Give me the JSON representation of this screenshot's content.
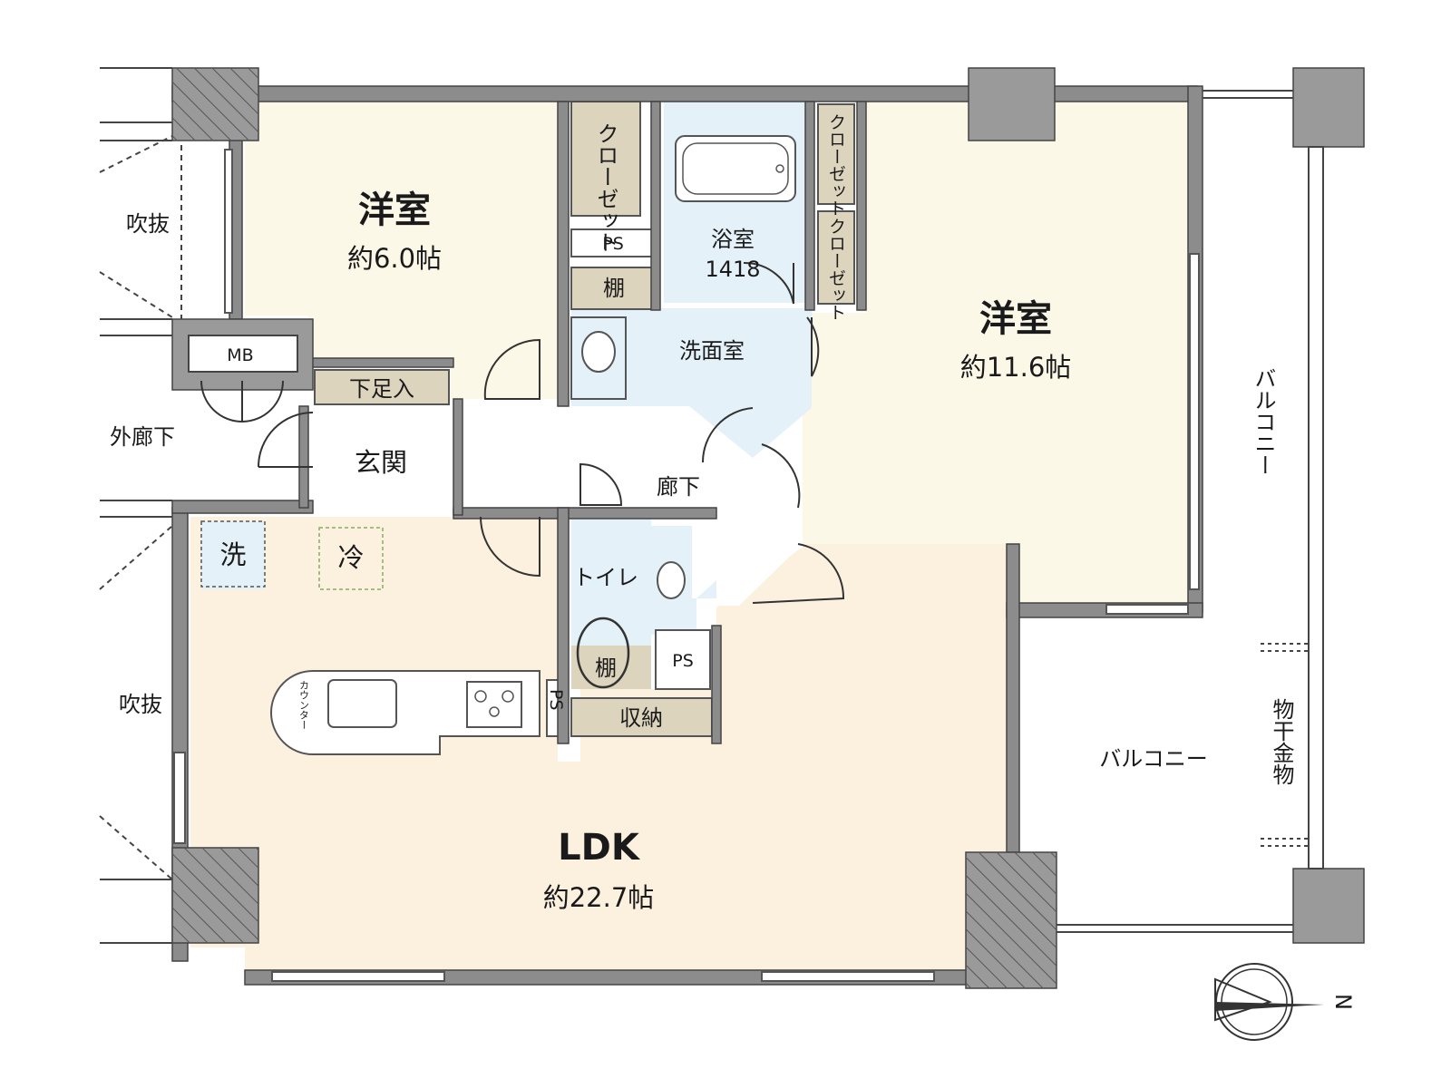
{
  "rooms": {
    "western_room_1": {
      "name": "洋室",
      "size": "約6.0帖"
    },
    "western_room_2": {
      "name": "洋室",
      "size": "約11.6帖"
    },
    "ldk": {
      "name": "LDK",
      "size": "約22.7帖"
    },
    "bathroom": {
      "name": "浴室",
      "size": "1418"
    },
    "washroom": "洗面室",
    "entrance": "玄関",
    "hallway": "廊下",
    "toilet": "トイレ",
    "storage": "収納",
    "shoe_closet": "下足入",
    "meter_box": "MB",
    "pipe_space": "PS",
    "pipe_space_vertical": "PS",
    "shelf": "棚",
    "toilet_shelf": "棚",
    "laundry": "洗",
    "fridge": "冷",
    "counter": "カウンター",
    "closet": "クローゼット",
    "balcony_side": "バルコニー",
    "balcony_south": "バルコニー",
    "drying_hardware": "物干金物",
    "void_upper": "吹抜",
    "void_lower": "吹抜",
    "outer_corridor": "外廊下"
  },
  "compass": {
    "label": "N"
  },
  "colors": {
    "western_room": "#fcf8e8",
    "ldk": "#fcf0df",
    "wet_area": "#e4f1f9",
    "storage": "#ddd4be",
    "wall": "#8c8c8c",
    "pillar": "#9a9a9a"
  }
}
